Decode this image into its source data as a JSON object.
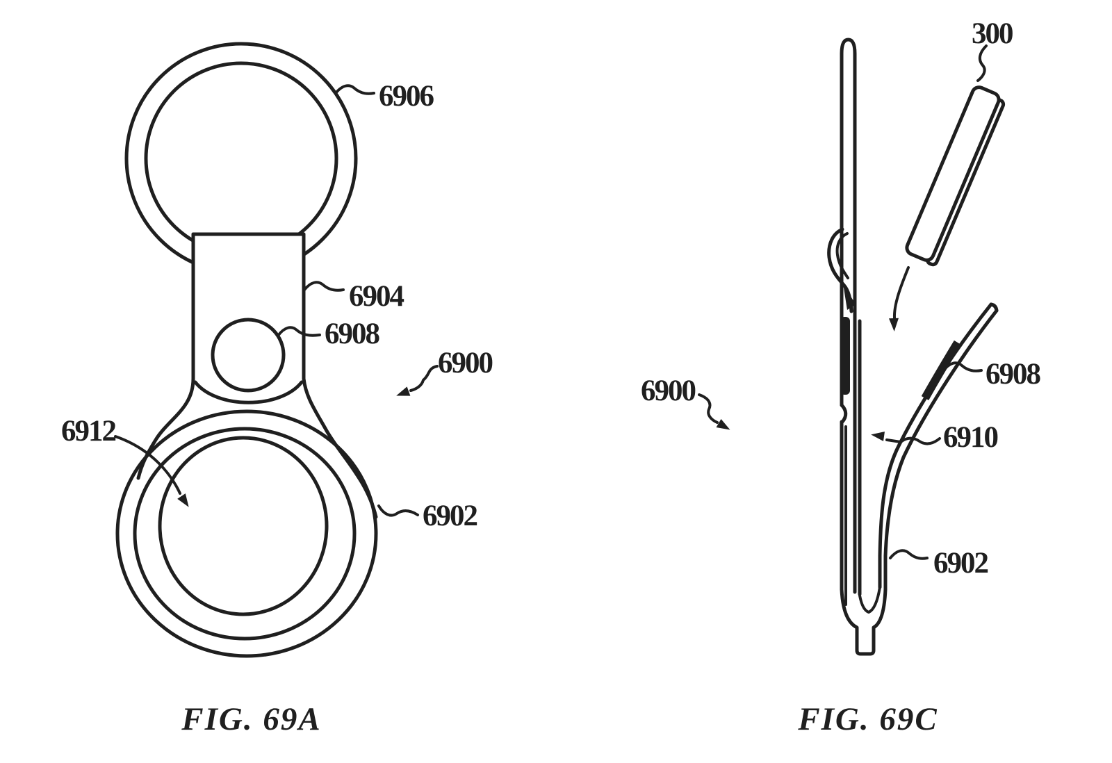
{
  "sheet": {
    "kind": "patent-line-drawing",
    "colors": {
      "ink": "#1f1f1f",
      "paper": "#ffffff"
    }
  },
  "figures": {
    "left": {
      "caption": "FIG. 69A",
      "labels": {
        "ring": "6906",
        "strap": "6904",
        "aperture": "6908",
        "assembly": "6900",
        "interior": "6912",
        "body": "6902"
      }
    },
    "right": {
      "caption": "FIG. 69C",
      "labels": {
        "module": "300",
        "adhesive": "6908",
        "assembly": "6900",
        "fold": "6910",
        "body": "6902"
      }
    }
  }
}
